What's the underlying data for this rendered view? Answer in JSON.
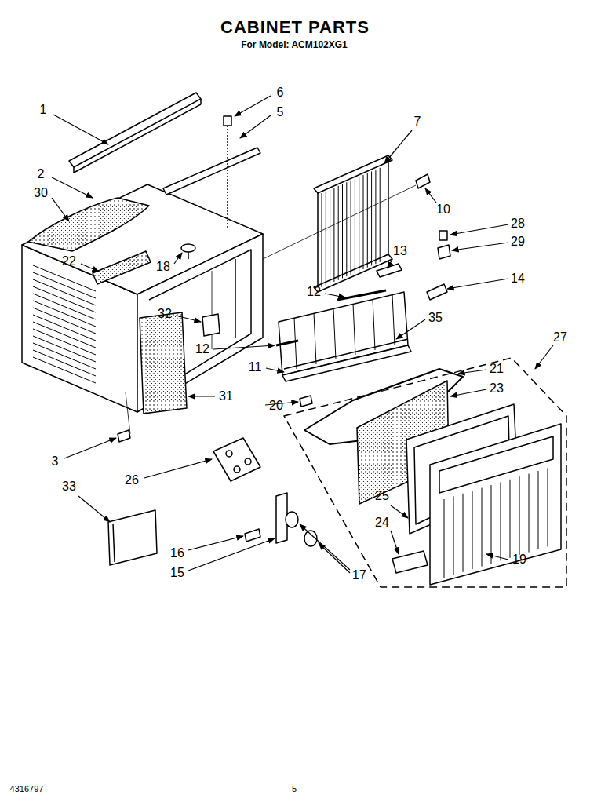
{
  "diagram": {
    "title": "CABINET PARTS",
    "labels": [
      "For Model: ACM102XG1",
      "1",
      "6",
      "5",
      "7",
      "2",
      "30",
      "22",
      "18",
      "10",
      "28",
      "29",
      "13",
      "12",
      "14",
      "35",
      "32",
      "27",
      "12",
      "11",
      "21",
      "31",
      "23",
      "20",
      "3",
      "26",
      "33",
      "25",
      "24",
      "16",
      "19",
      "15",
      "17",
      "4316797",
      "5"
    ]
  }
}
